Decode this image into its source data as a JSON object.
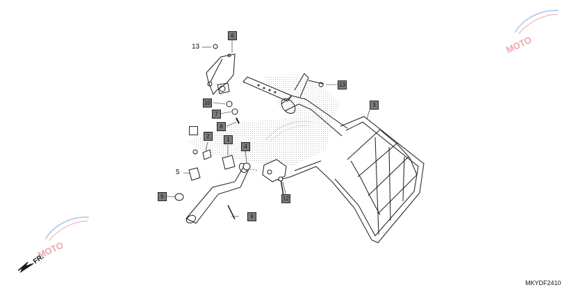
{
  "diagram": {
    "code": "MKYDF2410",
    "front_indicator": "FR.",
    "callouts": [
      {
        "id": "c6",
        "label": "6",
        "style": "filled"
      },
      {
        "id": "c13a",
        "label": "13",
        "style": "plain"
      },
      {
        "id": "c13b",
        "label": "13",
        "style": "filled"
      },
      {
        "id": "c3",
        "label": "3",
        "style": "filled"
      },
      {
        "id": "c10",
        "label": "10",
        "style": "filled"
      },
      {
        "id": "c7",
        "label": "7",
        "style": "filled"
      },
      {
        "id": "c8",
        "label": "8",
        "style": "filled"
      },
      {
        "id": "cblank",
        "label": "",
        "style": "empty"
      },
      {
        "id": "c2",
        "label": "2",
        "style": "filled"
      },
      {
        "id": "c1",
        "label": "1",
        "style": "filled"
      },
      {
        "id": "c4",
        "label": "4",
        "style": "filled"
      },
      {
        "id": "c5a",
        "label": "5",
        "style": "plain"
      },
      {
        "id": "c5b",
        "label": "5",
        "style": "filled"
      },
      {
        "id": "c12",
        "label": "12",
        "style": "filled"
      },
      {
        "id": "c9",
        "label": "9",
        "style": "filled"
      }
    ]
  },
  "watermark": {
    "text": "MOTO"
  },
  "colors": {
    "line": "#1a1a1a",
    "callout_fill": "#7c7c7c",
    "stipple": "#b8b8b8",
    "watermark_red": "#e05a6a",
    "watermark_blue": "#5a7fd6"
  }
}
